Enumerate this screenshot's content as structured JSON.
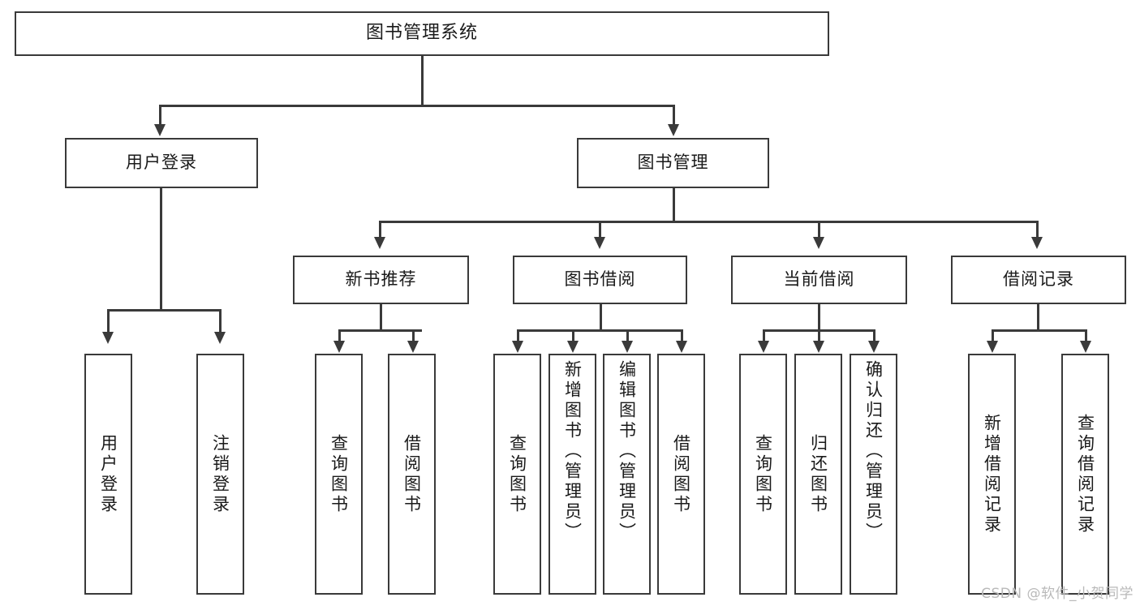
{
  "diagram": {
    "title": "图书管理系统",
    "type": "功能结构图",
    "root": {
      "label": "图书管理系统"
    },
    "level2": [
      {
        "label": "用户登录"
      },
      {
        "label": "图书管理"
      }
    ],
    "level3": [
      {
        "label": "新书推荐"
      },
      {
        "label": "图书借阅"
      },
      {
        "label": "当前借阅"
      },
      {
        "label": "借阅记录"
      }
    ],
    "leaves": {
      "user_login": [
        {
          "label": "用户登录"
        },
        {
          "label": "注销登录"
        }
      ],
      "new_book_recommend": [
        {
          "label": "查询图书"
        },
        {
          "label": "借阅图书"
        }
      ],
      "book_borrow": [
        {
          "label": "查询图书"
        },
        {
          "label": "新增图书（管理员）"
        },
        {
          "label": "编辑图书（管理员）"
        },
        {
          "label": "借阅图书"
        }
      ],
      "current_borrow": [
        {
          "label": "查询图书"
        },
        {
          "label": "归还图书"
        },
        {
          "label": "确认归还（管理员）"
        }
      ],
      "borrow_record": [
        {
          "label": "新增借阅记录"
        },
        {
          "label": "查询借阅记录"
        }
      ]
    }
  },
  "watermark": {
    "text": "CSDN @软件_小贺同学"
  },
  "colors": {
    "stroke": "#3a3a3a",
    "text": "#1a1a1a",
    "background": "#ffffff",
    "watermark": "#b9b9b9"
  }
}
